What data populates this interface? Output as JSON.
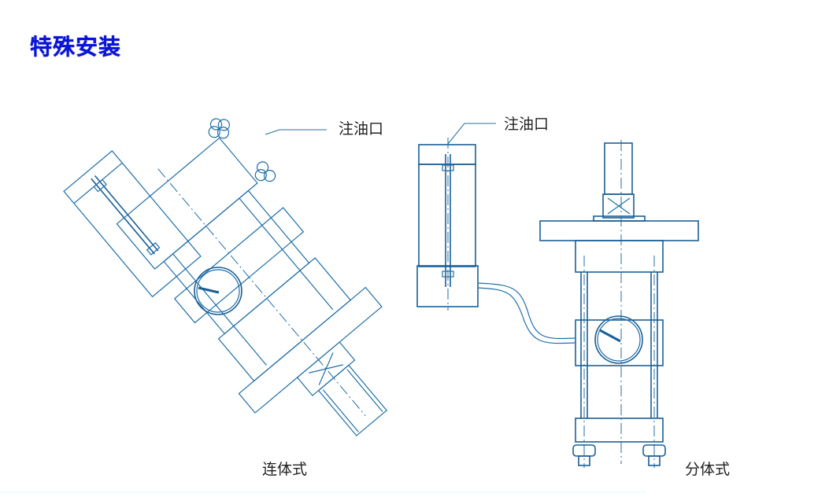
{
  "page": {
    "title": "特殊安装",
    "title_color": "#0a14d6"
  },
  "diagrams": {
    "integral": {
      "leader_label": "注油口",
      "caption": "连体式",
      "parts": [
        "oil-tank",
        "cylinder-body",
        "pressure-gauge",
        "mounting-flange",
        "piston-rod"
      ]
    },
    "split": {
      "leader_label": "注油口",
      "caption": "分体式",
      "parts": [
        "oil-tank",
        "oil-level-rod",
        "oil-hose",
        "cylinder-body",
        "mounting-flange",
        "pressure-gauge",
        "tie-rods",
        "nuts",
        "piston-rod"
      ]
    }
  },
  "colors": {
    "line": "#1f6fa8",
    "text": "#222222"
  }
}
